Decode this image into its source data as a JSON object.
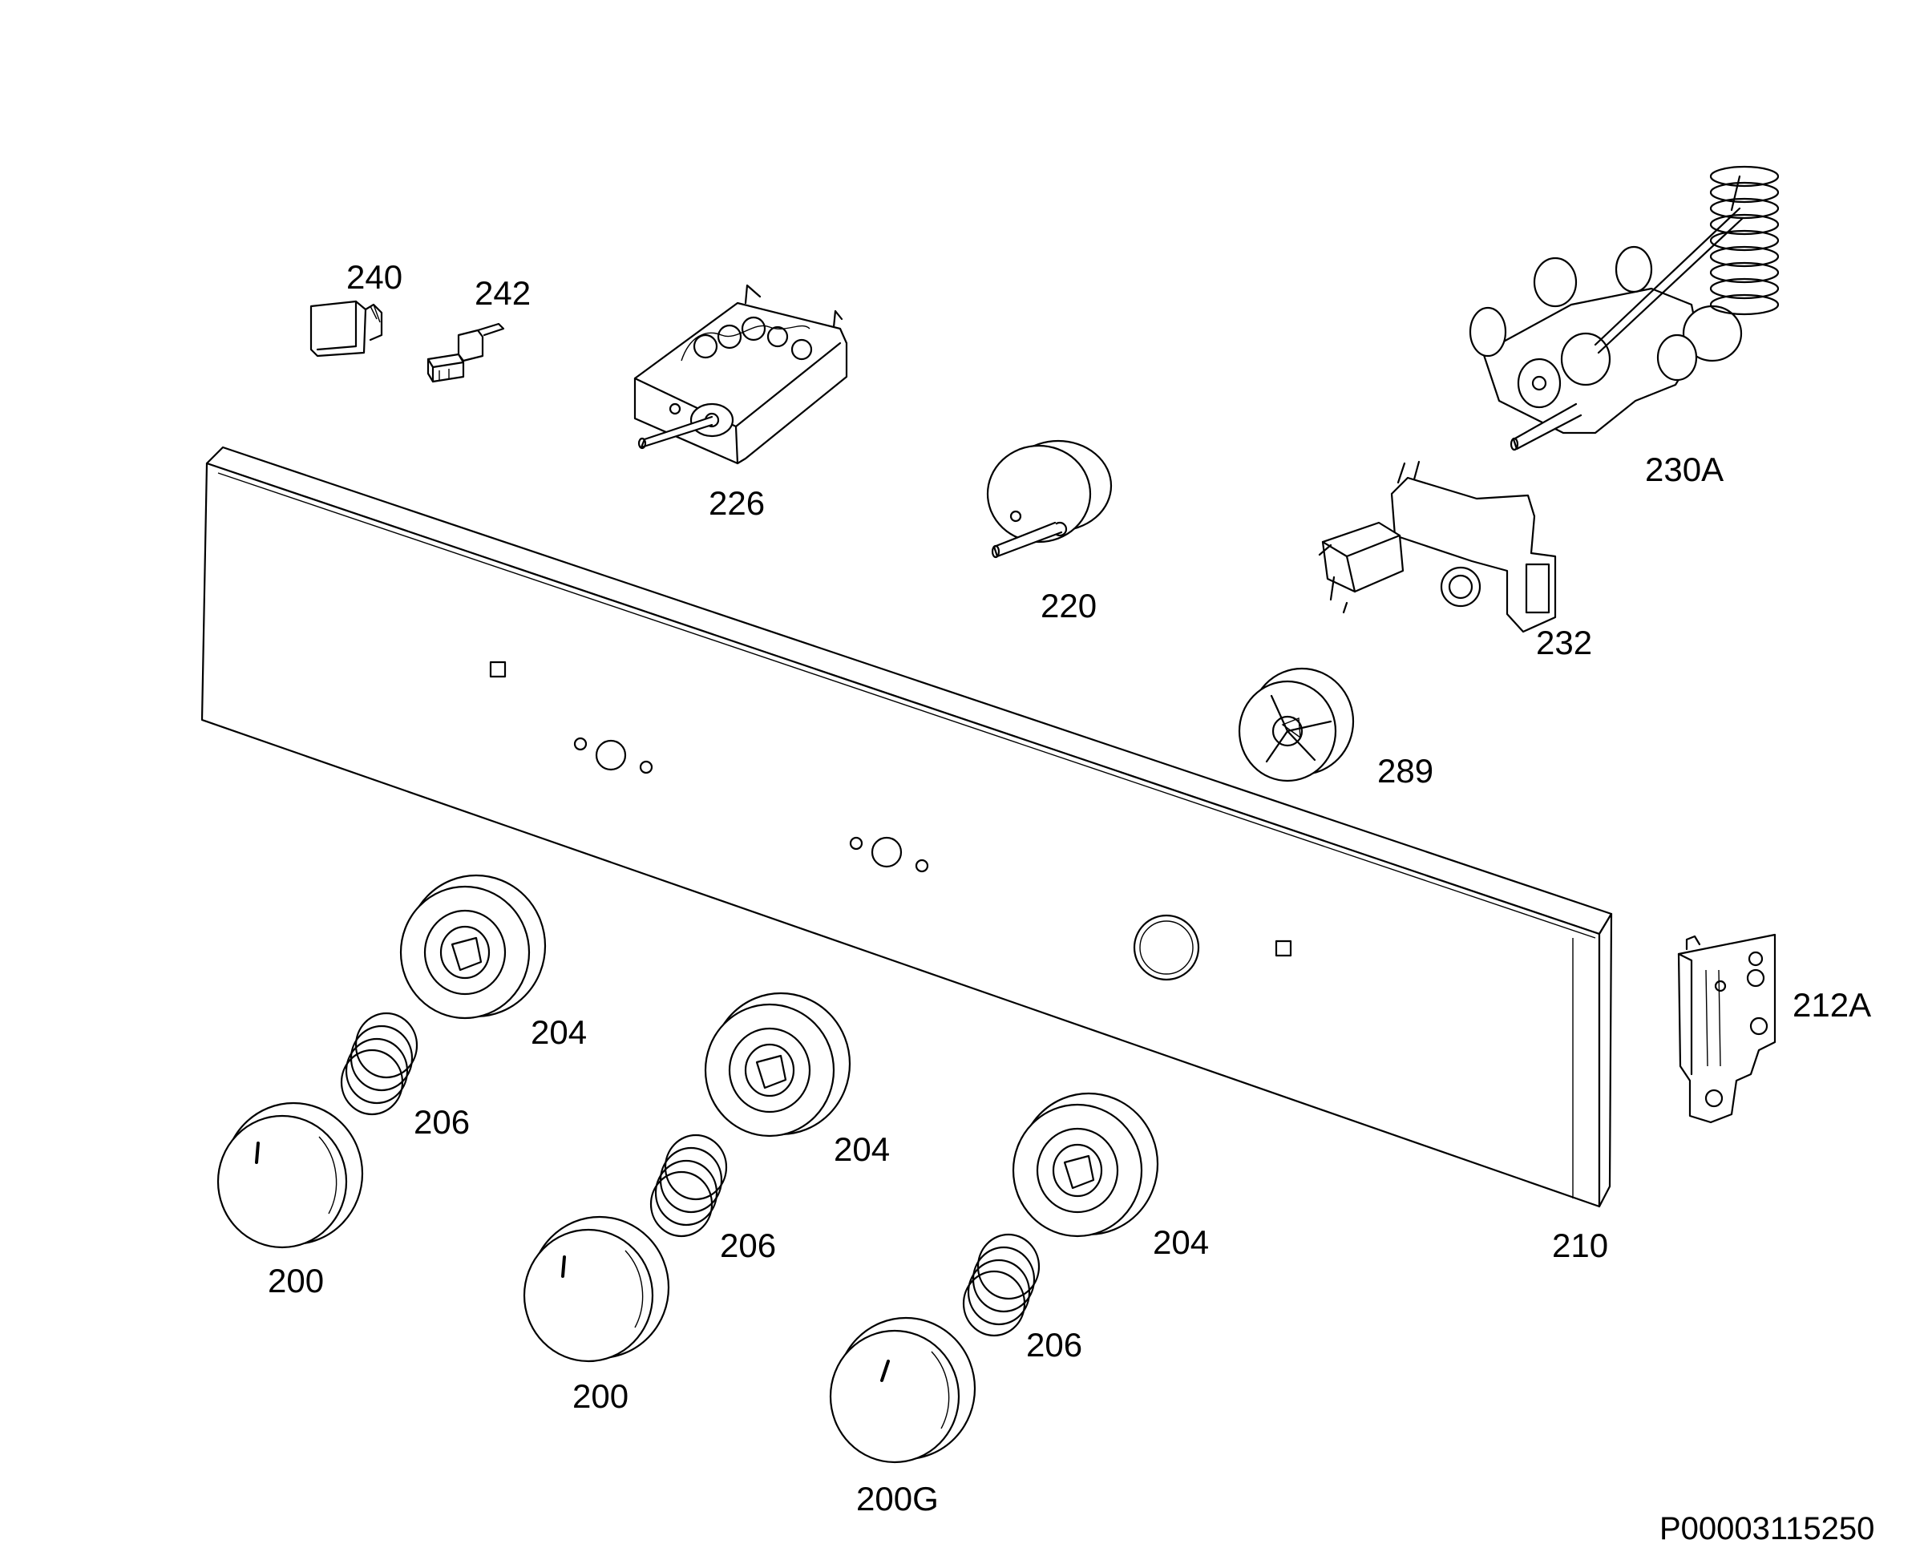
{
  "diagram": {
    "document_id": "P00003115250",
    "callouts": {
      "c240": "240",
      "c242": "242",
      "c226": "226",
      "c220": "220",
      "c230a": "230A",
      "c232": "232",
      "c289": "289",
      "c204a": "204",
      "c204b": "204",
      "c204c": "204",
      "c206a": "206",
      "c206b": "206",
      "c206c": "206",
      "c200a": "200",
      "c200b": "200",
      "c200g": "200G",
      "c210": "210",
      "c212a": "212A"
    }
  }
}
